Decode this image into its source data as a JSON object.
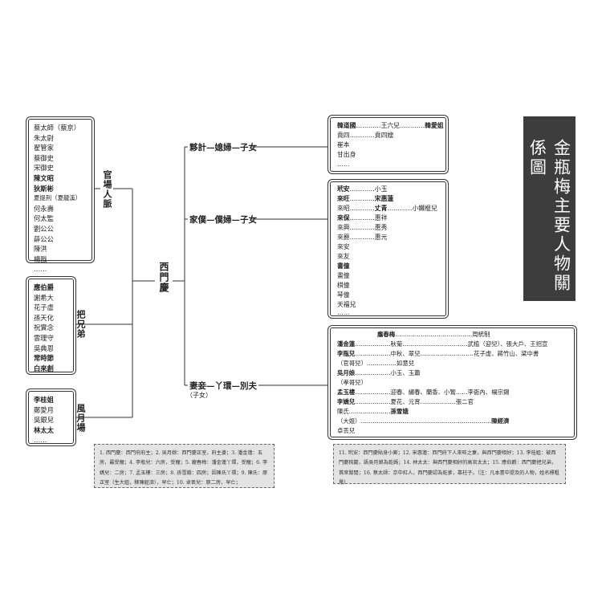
{
  "title": "金瓶梅主要人物關係圖",
  "center": "西門慶",
  "groups": {
    "guanchang": {
      "label": "官場人脈",
      "names": [
        "蔡太師（蔡京）",
        "朱太尉",
        "翟管家",
        "蔡御史",
        "宋御史",
        "陳文昭",
        "狄斯彬",
        "夏提刑（夏龍溪）",
        "何永壽",
        "何太監",
        "劉公公",
        "薛公公",
        "陳洪",
        "楊戩",
        "……"
      ]
    },
    "bamxiong": {
      "label": "把兄弟",
      "names": [
        "應伯爵",
        "謝希大",
        "花子虛",
        "孫天化",
        "祝實念",
        "雲理守",
        "吳典恩",
        "常時節",
        "白來創"
      ]
    },
    "fengyue": {
      "label": "風月場",
      "names": [
        "李桂姐",
        "鄭愛月",
        "吳銀兒",
        "林太太",
        "……"
      ]
    }
  },
  "branches": {
    "huoji": "夥計—媳婦—子女",
    "jiapu": "家僕—僕婦—子女",
    "qiqie": "妻妾—丫環—別夫",
    "qiqie_sub": "（子女）"
  },
  "box1": {
    "rows": [
      {
        "a": "韓道國",
        "b": "王六兒",
        "c": "韓愛姐"
      },
      {
        "a": "賁四",
        "b": "賁四嫂"
      },
      {
        "a": "崔本"
      },
      {
        "a": "甘出身"
      },
      {
        "a": "……"
      }
    ]
  },
  "box2": {
    "rows": [
      {
        "a": "玳安",
        "b": "小玉"
      },
      {
        "a": "來旺",
        "b": "宋惠蓮"
      },
      {
        "a": "來昭",
        "b": "丈青",
        "c": "小鐵棍兒"
      },
      {
        "a": "來保",
        "b": "惠祥"
      },
      {
        "a": "來興",
        "b": "惠秀"
      },
      {
        "a": "來爵",
        "b": "惠元"
      },
      {
        "a": "來安"
      },
      {
        "a": "來友"
      },
      {
        "a": "書僮"
      },
      {
        "a": "畫僮"
      },
      {
        "a": "棋僮"
      },
      {
        "a": "琴僮"
      },
      {
        "a": "天福兒"
      },
      {
        "a": "……"
      }
    ]
  },
  "box3": {
    "rows": [
      {
        "a": "龐春梅",
        "b": "周統制"
      },
      {
        "a": "潘金蓮",
        "b": "秋菊",
        "c": "武植（迎兒）、張大戶、王招宣"
      },
      {
        "a": "李瓶兒",
        "b": "中秋、翠兒",
        "c": "花子虛、蔣竹山、梁中書"
      },
      {
        "a": "（官哥兒）",
        "b": "如意兒"
      },
      {
        "a": "吳月娘",
        "b": "小玉、玉簫"
      },
      {
        "a": "（孝哥兒）"
      },
      {
        "a": "孟玉樓",
        "b": "迎春、繡春、蘭香、小鸞",
        "c": "李衙內、楊宗錫"
      },
      {
        "a": "李嬌兒",
        "b": "夏花、元宵",
        "c": "張二官"
      },
      {
        "a": "陳氏",
        "b": "孫雪娥"
      },
      {
        "a": "（大姐）",
        "c": "陳經濟"
      },
      {
        "a": "卓丟兒"
      }
    ]
  },
  "notes": {
    "left": "1. 西門慶：西門府府主；2. 吳月娘：西門慶正室，府主婆；3. 潘金蓮：五房，最受寵；4. 李瓶兒：六房，受寵；5. 龐春梅：潘金蓮丫環，受寵；6. 李嬌兒：二房；7. 孟玉樓：三房；8. 孫雪娥：四房；因陳氏丫環；9. 陳氏：原正室（生大姐，稼陳經濟），早亡；10. 卓丟兒：原二房，早亡；",
    "right": "11. 玳安：西門慶貼身小廝；12. 宋惠蓮：西門府下人來旺之妻，與西門慶相好；13. 李桂姐：被西門慶梳籠，語吳月娘為乾媽；14. 林太太：與西門慶相好的高官太太；15. 應伯爵：西門慶把兄弟，首席幫閒；16. 蔡太師：京中紅人，西門慶認為乾爹，靠柱子。（注：凡本書中提及的人物，姓名標粗黑）"
  }
}
